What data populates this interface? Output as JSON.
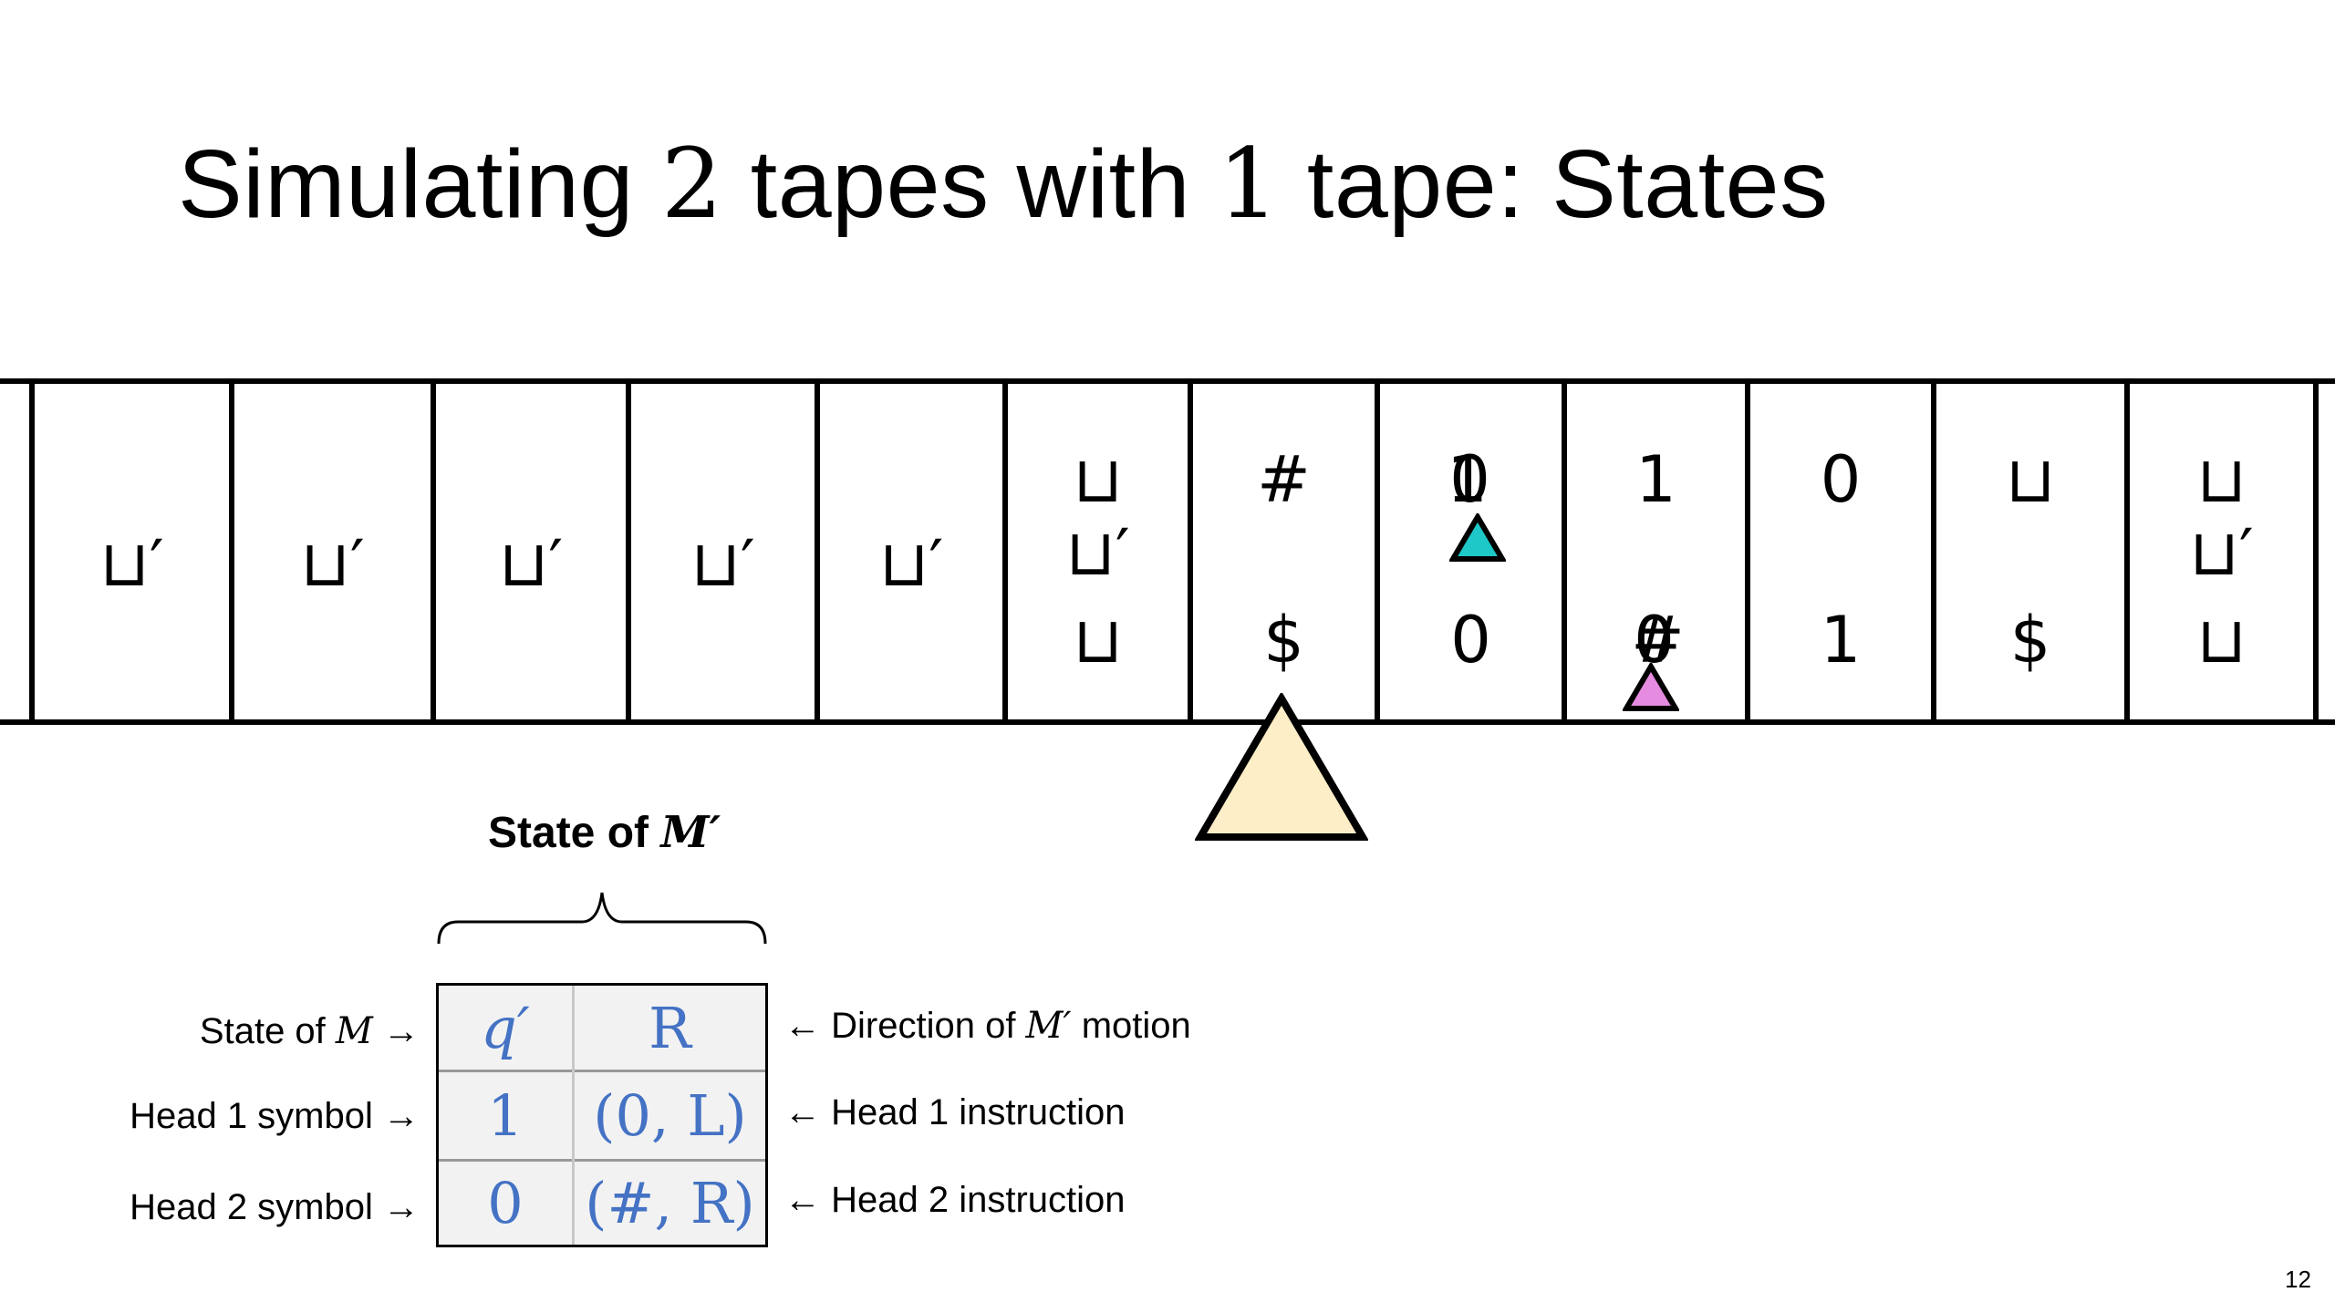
{
  "slide": {
    "title_pre": "Simulating ",
    "title_num1": "2",
    "title_mid": " tapes with ",
    "title_num2": "1",
    "title_post": " tape: States",
    "page_number": "12"
  },
  "tape": {
    "cells": [
      {
        "single": "⊔′"
      },
      {
        "single": "⊔′"
      },
      {
        "single": "⊔′"
      },
      {
        "single": "⊔′"
      },
      {
        "single": "⊔′"
      },
      {
        "top": "⊔",
        "mid": "⊔′",
        "bot": "⊔"
      },
      {
        "top": "#",
        "bot": "$"
      },
      {
        "top_a": "1",
        "top_b": "0",
        "bot": "0"
      },
      {
        "top": "1",
        "bot_a": "0",
        "bot_b": "#"
      },
      {
        "top": "0",
        "bot": "1"
      },
      {
        "top": "⊔",
        "bot": "$"
      },
      {
        "top": "⊔",
        "mid": "⊔′",
        "bot": "⊔"
      }
    ],
    "colors": {
      "head1": "#1ec8c8",
      "head2": "#e58be0",
      "machine_head": "#fdeec8"
    }
  },
  "state_section": {
    "label_prefix": "State of ",
    "label_var": "M′",
    "table": {
      "rows": [
        [
          "q′",
          "R"
        ],
        [
          "1",
          "(0, L)"
        ],
        [
          "0",
          "(#, R)"
        ]
      ],
      "text_color": "#4472c4",
      "fill": "#f2f2f2"
    },
    "left_labels": [
      {
        "pre": "State of ",
        "var": "M",
        "arrow": " →"
      },
      {
        "pre": "Head 1 symbol",
        "var": "",
        "arrow": " →"
      },
      {
        "pre": "Head 2 symbol",
        "var": "",
        "arrow": " →"
      }
    ],
    "right_labels": [
      {
        "arrow": "← ",
        "pre": "Direction of ",
        "var": "M′",
        "post": " motion"
      },
      {
        "arrow": "← ",
        "pre": "Head 1 instruction",
        "var": "",
        "post": ""
      },
      {
        "arrow": "← ",
        "pre": "Head 2 instruction",
        "var": "",
        "post": ""
      }
    ]
  }
}
